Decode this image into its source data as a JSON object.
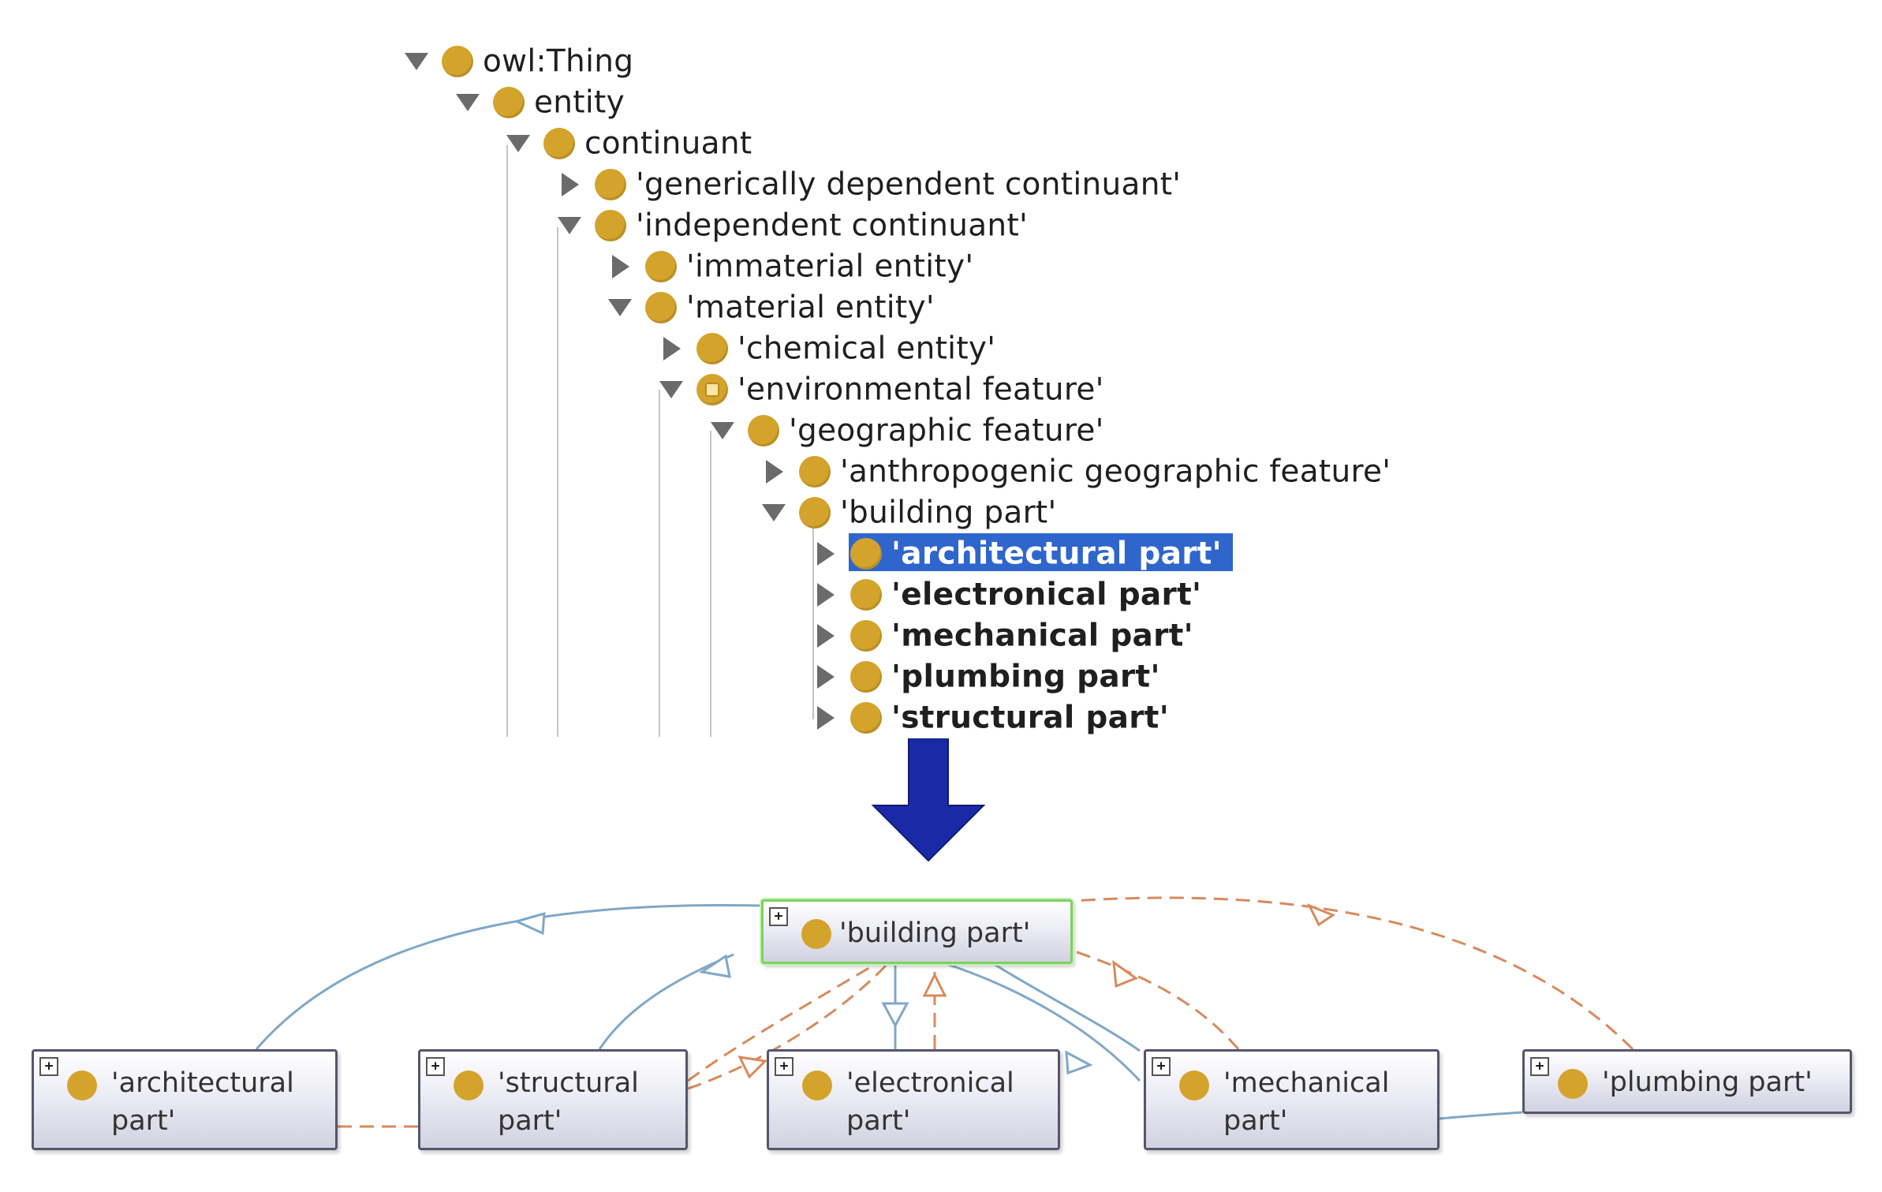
{
  "tree": {
    "items": [
      {
        "label": "owl:Thing",
        "state": "expanded"
      },
      {
        "label": "entity",
        "state": "expanded"
      },
      {
        "label": "continuant",
        "state": "expanded"
      },
      {
        "label": "'generically dependent continuant'",
        "state": "collapsed"
      },
      {
        "label": "'independent continuant'",
        "state": "expanded"
      },
      {
        "label": "'immaterial entity'",
        "state": "collapsed"
      },
      {
        "label": "'material entity'",
        "state": "expanded"
      },
      {
        "label": "'chemical entity'",
        "state": "collapsed"
      },
      {
        "label": "'environmental feature'",
        "state": "expanded",
        "icon": "equivalent-class-icon"
      },
      {
        "label": "'geographic feature'",
        "state": "expanded"
      },
      {
        "label": "'anthropogenic geographic feature'",
        "state": "collapsed"
      },
      {
        "label": "'building part'",
        "state": "expanded"
      },
      {
        "label": "'architectural part'",
        "state": "collapsed",
        "selected": true,
        "bold": true
      },
      {
        "label": "'electronical part'",
        "state": "collapsed",
        "bold": true
      },
      {
        "label": "'mechanical part'",
        "state": "collapsed",
        "bold": true
      },
      {
        "label": "'plumbing part'",
        "state": "collapsed",
        "bold": true
      },
      {
        "label": "'structural part'",
        "state": "collapsed",
        "bold": true
      }
    ]
  },
  "arrow": {
    "icon": "down-arrow-icon",
    "color": "#1a2aa6"
  },
  "graph": {
    "nodes": {
      "building_part": "'building part'",
      "architectural_part": "'architectural\npart'",
      "structural_part": "'structural\npart'",
      "electronical_part": "'electronical\npart'",
      "mechanical_part": "'mechanical\npart'",
      "plumbing_part": "'plumbing part'"
    },
    "expand_symbol": "+",
    "colors": {
      "subclass_edge": "#7fa8c9",
      "dashed_edge": "#d98a5b",
      "selection": "#2f66cc",
      "class_icon": "#d4a32b",
      "selected_node_border": "#7cd25e"
    }
  }
}
